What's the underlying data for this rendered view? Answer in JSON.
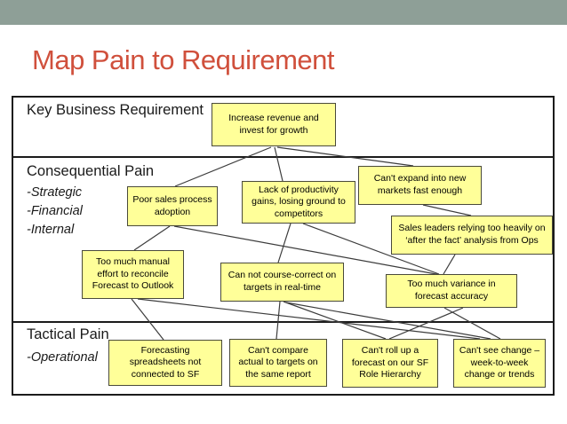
{
  "slide": {
    "title": "Map Pain to Requirement",
    "accent_color": "#d0503c",
    "top_bar_color": "#8e9f97",
    "box_fill_color": "#ffff99"
  },
  "diagram": {
    "rows": [
      {
        "label": "Key Business Requirement",
        "sublabels": []
      },
      {
        "label": "Consequential Pain",
        "sublabels": [
          "-Strategic",
          "-Financial",
          "-Internal"
        ]
      },
      {
        "label": "Tactical Pain",
        "sublabels": [
          "-Operational"
        ]
      }
    ],
    "boxes": [
      {
        "id": "increase-revenue",
        "label": "Increase revenue and\ninvest for growth"
      },
      {
        "id": "poor-sales-adoption",
        "label": "Poor sales process\nadoption"
      },
      {
        "id": "lack-of-productivity",
        "label": "Lack of productivity\ngains, losing ground to\ncompetitors"
      },
      {
        "id": "cant-expand-markets",
        "label": "Can't expand into new\nmarkets fast enough"
      },
      {
        "id": "sales-leaders-after-fact",
        "label": "Sales leaders relying too heavily on\n‘after the fact’ analysis from Ops"
      },
      {
        "id": "manual-reconcile-effort",
        "label": "Too much manual\neffort to reconcile\nForecast to Outlook"
      },
      {
        "id": "course-correct",
        "label": "Can not course-correct on\ntargets in real-time"
      },
      {
        "id": "forecast-variance",
        "label": "Too much variance in\nforecast accuracy"
      },
      {
        "id": "forecasting-spreadsheets",
        "label": "Forecasting\nspreadsheets not\nconnected to SF"
      },
      {
        "id": "cant-compare",
        "label": "Can't compare\nactual to targets on\nthe same report"
      },
      {
        "id": "cant-roll-up",
        "label": "Can't roll up a\nforecast on our SF\nRole Hierarchy"
      },
      {
        "id": "cant-see-change",
        "label": "Can't see change –\nweek-to-week\nchange or trends"
      }
    ],
    "connections": [
      [
        "increase-revenue",
        "poor-sales-adoption"
      ],
      [
        "increase-revenue",
        "lack-of-productivity"
      ],
      [
        "increase-revenue",
        "cant-expand-markets"
      ],
      [
        "cant-expand-markets",
        "sales-leaders-after-fact"
      ],
      [
        "poor-sales-adoption",
        "manual-reconcile-effort"
      ],
      [
        "poor-sales-adoption",
        "forecast-variance"
      ],
      [
        "lack-of-productivity",
        "course-correct"
      ],
      [
        "lack-of-productivity",
        "forecast-variance"
      ],
      [
        "sales-leaders-after-fact",
        "forecast-variance"
      ],
      [
        "manual-reconcile-effort",
        "forecasting-spreadsheets"
      ],
      [
        "manual-reconcile-effort",
        "cant-see-change"
      ],
      [
        "course-correct",
        "cant-compare"
      ],
      [
        "course-correct",
        "cant-roll-up"
      ],
      [
        "course-correct",
        "cant-see-change"
      ],
      [
        "forecast-variance",
        "cant-roll-up"
      ],
      [
        "forecast-variance",
        "cant-see-change"
      ]
    ]
  }
}
